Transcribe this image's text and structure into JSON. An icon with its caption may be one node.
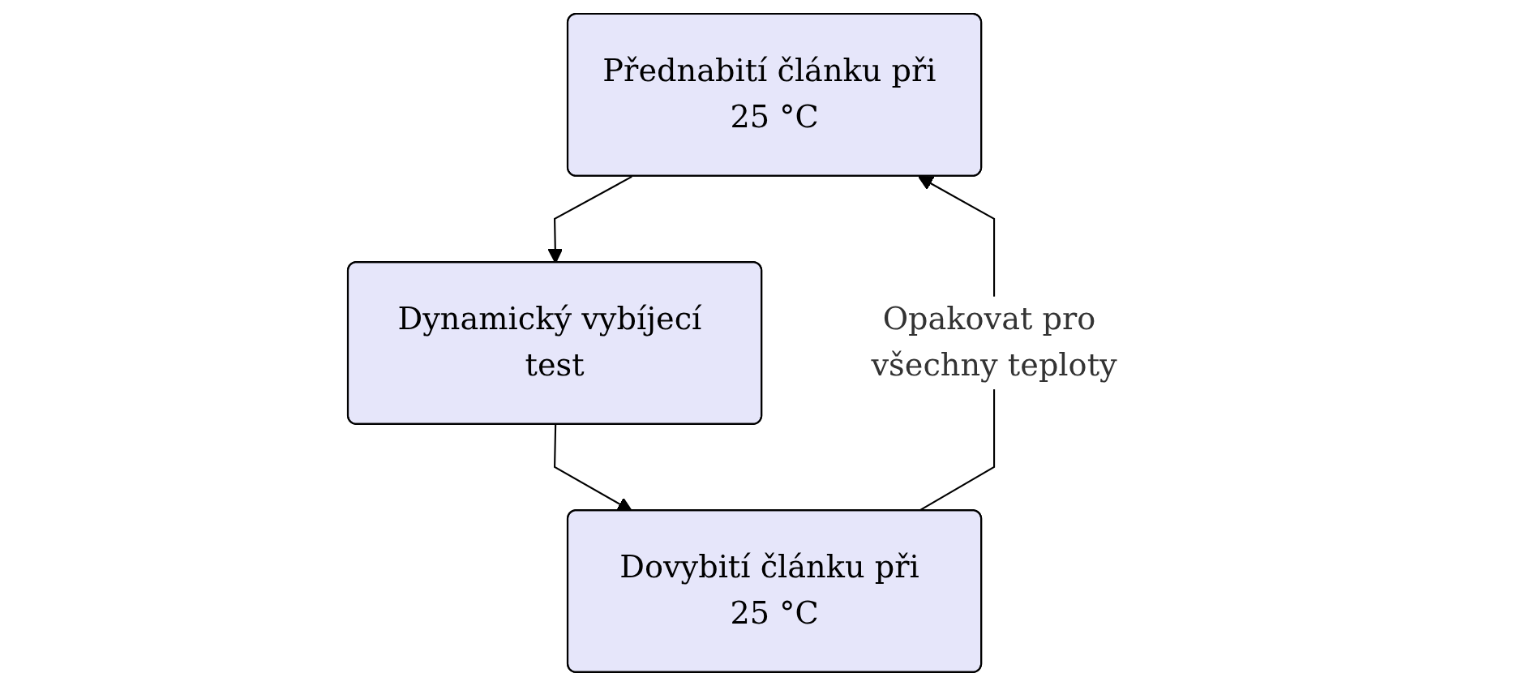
{
  "diagram": {
    "nodes": [
      {
        "text": [
          "Přednabití článku při 25 °C"
        ]
      },
      {
        "text": [
          "Dynamický vybíjecí test"
        ]
      },
      {
        "text": [
          "Dovybití článku při 25 °C"
        ]
      }
    ],
    "edges": [
      {
        "from": 0,
        "to": 1,
        "arrow": "to"
      },
      {
        "from": 1,
        "to": 2,
        "arrow": "to"
      },
      {
        "from": 2,
        "to": 0,
        "arrow": "to",
        "label": "Opakovat pro všechny teploty"
      }
    ]
  }
}
